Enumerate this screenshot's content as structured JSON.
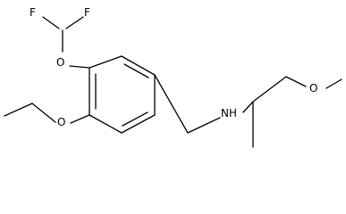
{
  "molecule": {
    "atoms": {
      "f1": "F",
      "f2": "F",
      "o_difluoromethoxy": "O",
      "o_ethoxy": "O",
      "nh": "NH",
      "o_methoxy": "O"
    }
  }
}
